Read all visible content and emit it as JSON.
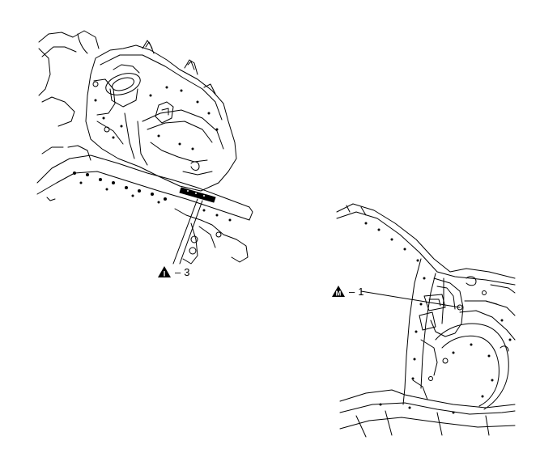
{
  "callouts": [
    {
      "id": "I-3",
      "symbol": "I",
      "text": "3"
    },
    {
      "id": "M-1",
      "symbol": "M",
      "text": "1"
    }
  ],
  "colors": {
    "line": "#000000",
    "background": "#ffffff",
    "symbol_fill": "#000000",
    "symbol_text": "#ffffff"
  }
}
